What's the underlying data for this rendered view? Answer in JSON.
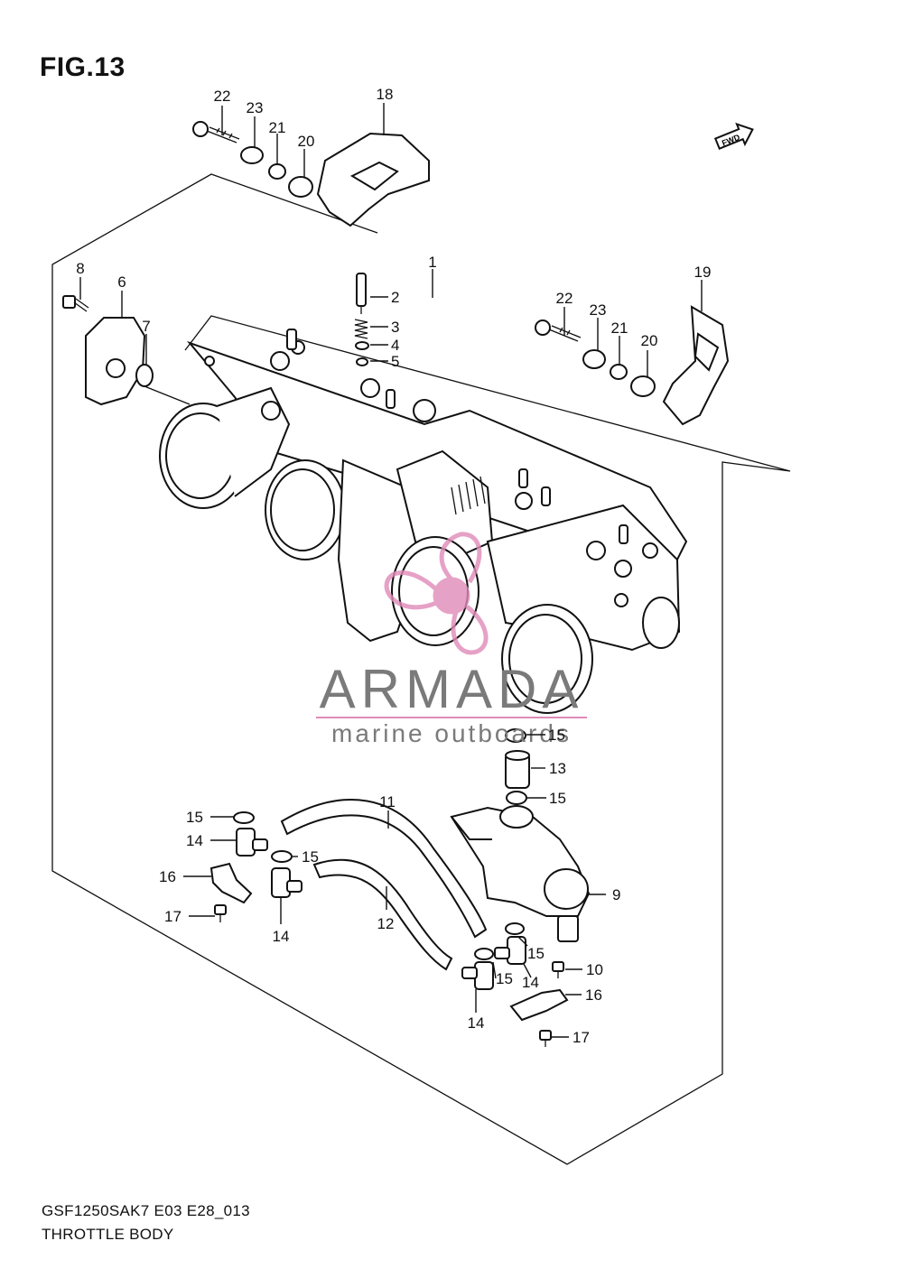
{
  "figure": {
    "title": "FIG.13",
    "model_code": "GSF1250SAK7 E03 E28_013",
    "section_name": "THROTTLE BODY",
    "fwd_label": "FWD"
  },
  "watermark": {
    "brand": "ARMADA",
    "tagline": "marine outboards",
    "accent_color": "#e08ab8"
  },
  "callouts": {
    "c1": "1",
    "c2": "2",
    "c3": "3",
    "c4": "4",
    "c5": "5",
    "c6": "6",
    "c7": "7",
    "c8": "8",
    "c9": "9",
    "c10": "10",
    "c11": "11",
    "c12": "12",
    "c13": "13",
    "c14a": "14",
    "c14b": "14",
    "c14c": "14",
    "c14d": "14",
    "c15a": "15",
    "c15b": "15",
    "c15c": "15",
    "c15d": "15",
    "c15e": "15",
    "c15f": "15",
    "c16a": "16",
    "c16b": "16",
    "c17a": "17",
    "c17b": "17",
    "c18": "18",
    "c19": "19",
    "c20a": "20",
    "c20b": "20",
    "c21a": "21",
    "c21b": "21",
    "c22a": "22",
    "c22b": "22",
    "c23a": "23",
    "c23b": "23"
  }
}
